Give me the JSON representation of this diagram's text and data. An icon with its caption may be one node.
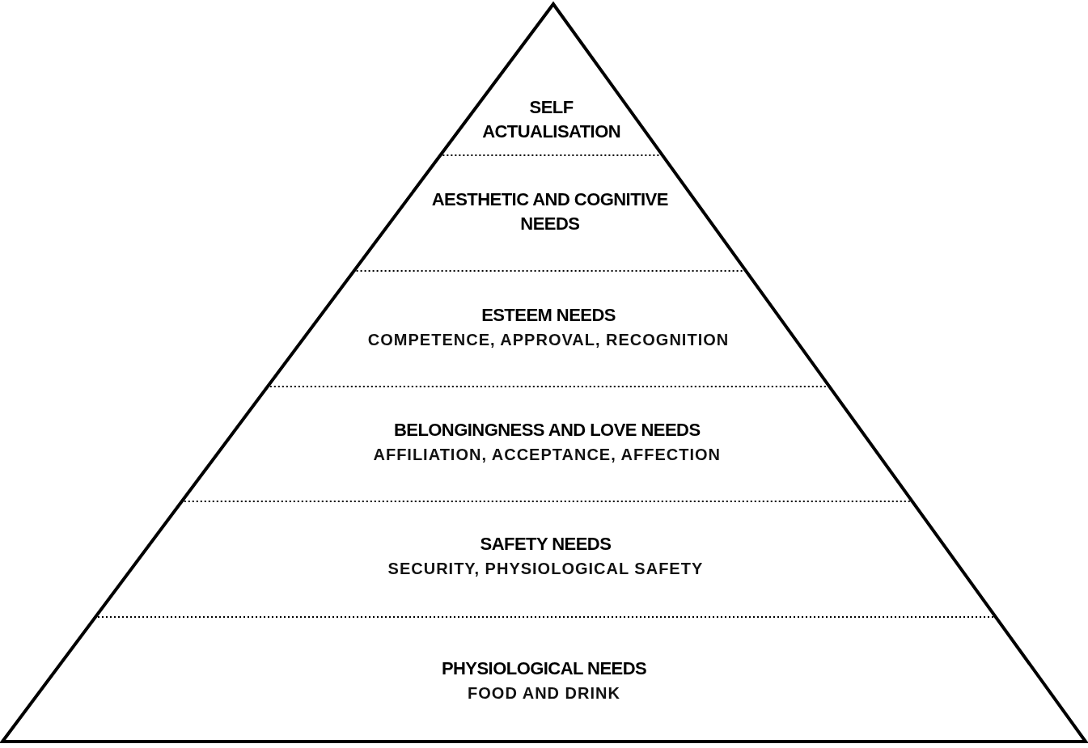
{
  "diagram": {
    "nodes": [
      {
        "text": [
          "SELF ACTUALISATION"
        ]
      },
      {
        "text": [
          "AESTHETIC AND COGNITIVE NEEDS"
        ]
      },
      {
        "text": [
          "ESTEEM NEEDS",
          "COMPETENCE, APPROVAL, RECOGNITION"
        ]
      },
      {
        "text": [
          "BELONGINGNESS AND LOVE NEEDS",
          "AFFILIATION, ACCEPTANCE, AFFECTION"
        ]
      },
      {
        "text": [
          "SAFETY NEEDS",
          "SECURITY, PHYSIOLOGICAL SAFETY"
        ]
      },
      {
        "text": [
          "PHYSIOLOGICAL NEEDS",
          "FOOD AND DRINK"
        ]
      }
    ]
  }
}
